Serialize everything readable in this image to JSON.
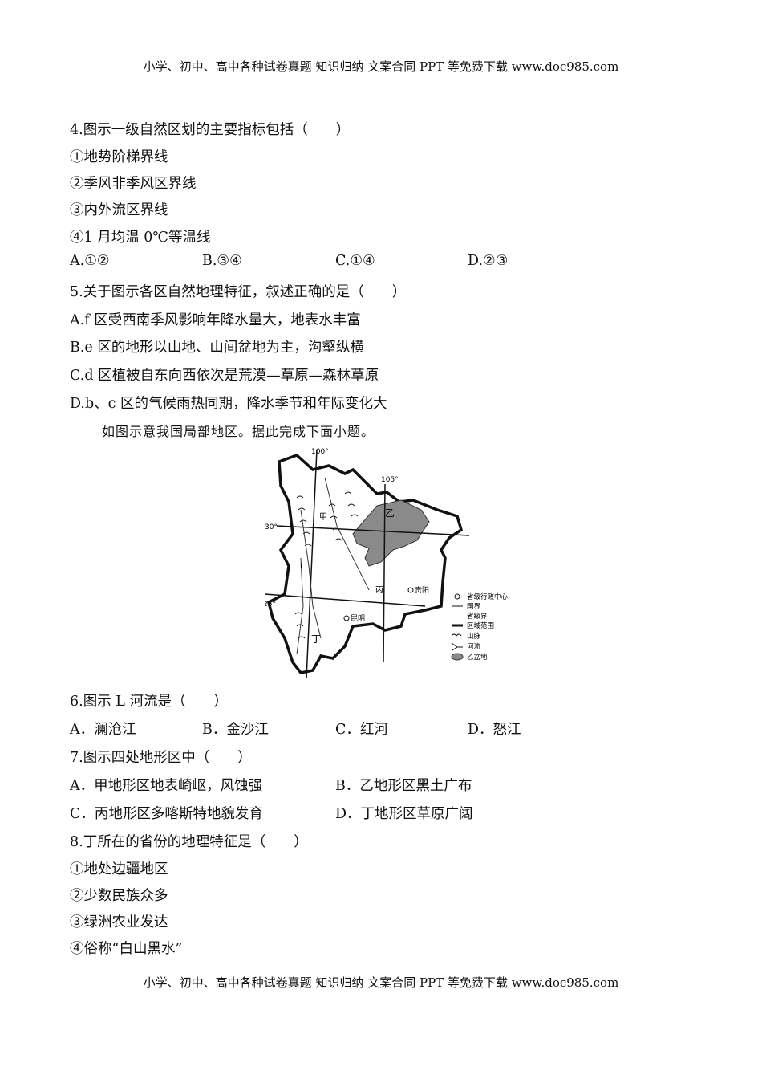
{
  "header": "小学、初中、高中各种试卷真题 知识归纳 文案合同 PPT 等免费下载   www.doc985.com",
  "footer": "小学、初中、高中各种试卷真题 知识归纳 文案合同 PPT 等免费下载   www.doc985.com",
  "q4": {
    "stem": "4.图示一级自然区划的主要指标包括（　　）",
    "items": [
      "①地势阶梯界线",
      "②季风非季风区界线",
      "③内外流区界线",
      "④1 月均温 0℃等温线"
    ],
    "options": [
      "A.①②",
      "B.③④",
      "C.①④",
      "D.②③"
    ]
  },
  "q5": {
    "stem": "5.关于图示各区自然地理特征，叙述正确的是（　　）",
    "options": [
      "A.f 区受西南季风影响年降水量大，地表水丰富",
      "B.e 区的地形以山地、山间盆地为主，沟壑纵横",
      "C.d 区植被自东向西依次是荒漠—草原—森林草原",
      "D.b、c 区的气候雨热同期，降水季节和年际变化大"
    ]
  },
  "intro": "如图示意我国局部地区。据此完成下面小题。",
  "map": {
    "lon_labels": [
      "100°",
      "105°"
    ],
    "lat_labels": [
      "30°",
      "25°"
    ],
    "region_labels": [
      "甲",
      "乙",
      "丙",
      "丁"
    ],
    "river_label": "L",
    "cities": [
      "贵阳",
      "昆明"
    ],
    "legend": [
      "省级行政中心",
      "国界",
      "省级界",
      "区域范围",
      "山脉",
      "河流",
      "乙盆地"
    ],
    "basin_color": "#8a8a8a"
  },
  "q6": {
    "stem": "6.图示 L 河流是（　　）",
    "options": [
      "A．澜沧江",
      "B．金沙江",
      "C．红河",
      "D．怒江"
    ]
  },
  "q7": {
    "stem": "7.图示四处地形区中（　　）",
    "options": [
      "A．甲地形区地表崎岖，风蚀强",
      "B．乙地形区黑土广布",
      "C．丙地形区多喀斯特地貌发育",
      "D．丁地形区草原广阔"
    ]
  },
  "q8": {
    "stem": "8.丁所在的省份的地理特征是（　　）",
    "items": [
      "①地处边疆地区",
      "②少数民族众多",
      "③绿洲农业发达",
      "④俗称“白山黑水”"
    ]
  }
}
